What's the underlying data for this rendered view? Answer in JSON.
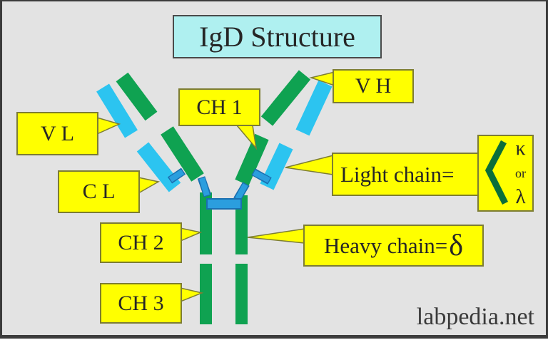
{
  "title": "IgD Structure",
  "watermark": "labpedia.net",
  "colors": {
    "background": "#e3e3e3",
    "frame": "#3c3c3c",
    "heavy_chain_green": "#0fa251",
    "light_chain_cyan": "#2cc4f0",
    "bond_blue": "#2b9ede",
    "bond_dark": "#1a6fb0",
    "label_yellow": "#ffff00",
    "label_border": "#7d7d33",
    "title_cyan": "#aff0f0",
    "chevron_green": "#0b6e3a",
    "text": "#262626",
    "watermark": "#3a3a3a"
  },
  "labels": {
    "vl": "V L",
    "cl": "C L",
    "ch1": "CH 1",
    "vh": "V H",
    "ch2": "CH 2",
    "ch3": "CH 3",
    "light_chain": {
      "label": "Light chain=",
      "option_kappa": "κ",
      "conjunction": "or",
      "option_lambda": "λ"
    },
    "heavy_chain": {
      "label": "Heavy chain=",
      "symbol": "δ"
    }
  }
}
